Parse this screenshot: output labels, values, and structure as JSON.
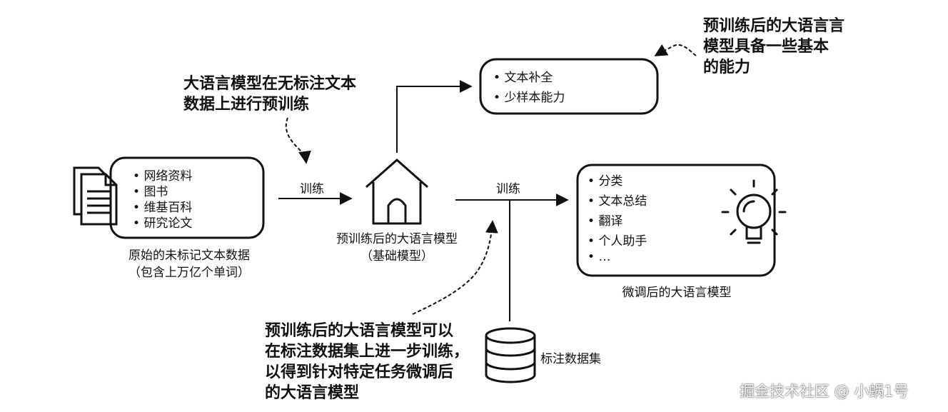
{
  "notes": {
    "pretrain_line1": "大语言模型在无标注文本",
    "pretrain_line2": "数据上进行预训练",
    "capabilities_line1": "预训练后的大语言言",
    "capabilities_line2": "模型具备一些基本",
    "capabilities_line3": "的能力",
    "finetune_line1": "预训练后的大语言模型可以",
    "finetune_line2": "在标注数据集上进一步训练，",
    "finetune_line3": "以得到针对特定任务微调后",
    "finetune_line4": "的大语言模型"
  },
  "raw_data": {
    "items": [
      "网络资料",
      "图书",
      "维基百科",
      "研究论文"
    ],
    "caption_line1": "原始的未标记文本数据",
    "caption_line2": "（包含上万亿个单词）"
  },
  "edges": {
    "train1": "训练",
    "train2": "训练"
  },
  "base_model": {
    "caption_line1": "预训练后的大语言模型",
    "caption_line2": "（基础模型）"
  },
  "base_capabilities": {
    "items": [
      "文本补全",
      "少样本能力"
    ]
  },
  "finetuned": {
    "items": [
      "分类",
      "文本总结",
      "翻译",
      "个人助手",
      "…"
    ],
    "caption": "微调后的大语言模型"
  },
  "dataset": {
    "label": "标注数据集"
  },
  "watermark": "掘金技术社区 @ 小蜗1号",
  "icons": [
    "document-icon",
    "house-icon",
    "lightbulb-icon",
    "database-icon"
  ]
}
